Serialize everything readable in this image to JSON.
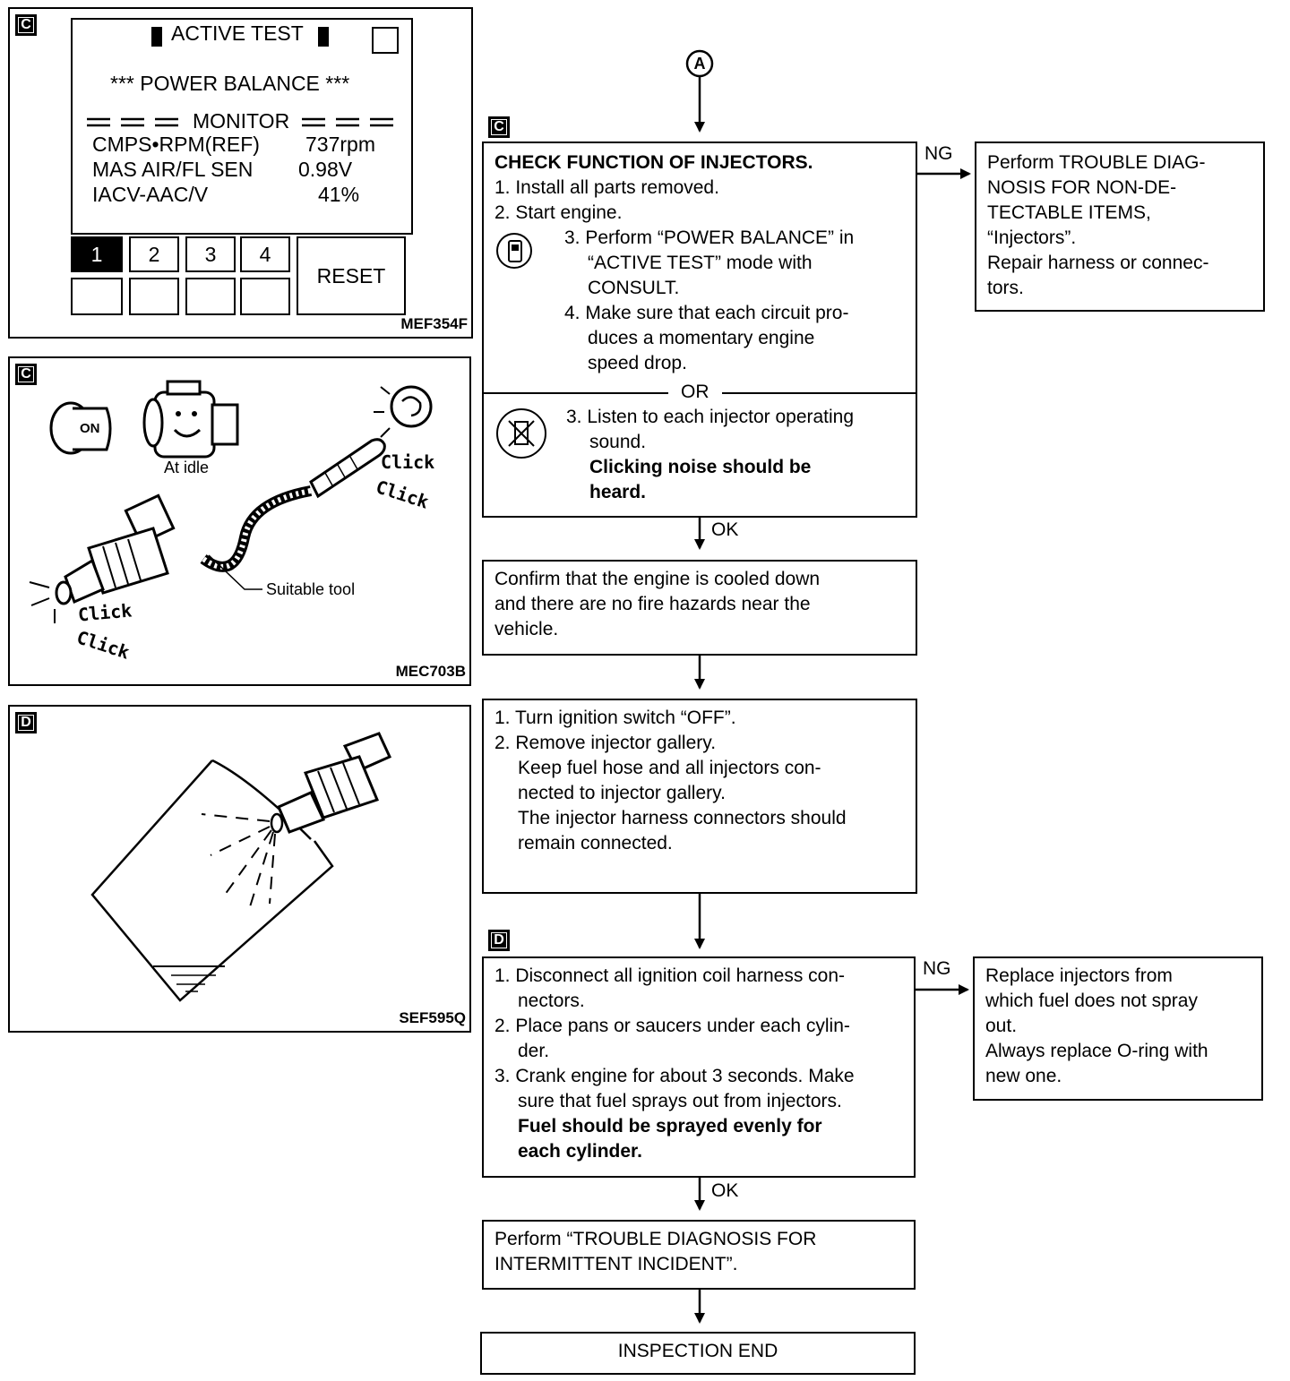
{
  "panel1": {
    "badge": "C",
    "screen_title": "ACTIVE TEST",
    "screen_subtitle": "*** POWER BALANCE ***",
    "monitor_label": "MONITOR",
    "rows": [
      {
        "name": "CMPS•RPM(REF)",
        "value": "737rpm"
      },
      {
        "name": "MAS AIR/FL SEN",
        "value": "0.98V"
      },
      {
        "name": "IACV-AAC/V",
        "value": "41%"
      }
    ],
    "keys": [
      "1",
      "2",
      "3",
      "4"
    ],
    "reset_label": "RESET",
    "code": "MEF354F"
  },
  "panel2": {
    "badge": "C",
    "on_label": "ON",
    "idle_label": "At idle",
    "click_label": "Click",
    "tool_label": "Suitable tool",
    "code": "MEC703B"
  },
  "panel3": {
    "badge": "D",
    "code": "SEF595Q"
  },
  "flow": {
    "connector": "A",
    "badge_c": "C",
    "badge_d": "D",
    "ng": "NG",
    "ok": "OK",
    "check": {
      "title": "CHECK FUNCTION OF INJECTORS.",
      "step1": "1. Install all parts removed.",
      "step2": "2. Start engine.",
      "step3a": [
        "3. Perform “POWER BALANCE” in",
        "“ACTIVE TEST” mode with",
        "CONSULT."
      ],
      "step4": [
        "4. Make sure that each circuit pro-",
        "duces a momentary engine",
        "speed drop."
      ],
      "or": "OR",
      "step3b": [
        "3. Listen to each injector operating",
        "sound."
      ],
      "step3b_bold": [
        "Clicking noise should be",
        "heard."
      ]
    },
    "ng1": [
      "Perform TROUBLE DIAG-",
      "NOSIS FOR NON-DE-",
      "TECTABLE ITEMS,",
      "“Injectors”.",
      "Repair harness or connec-",
      "tors."
    ],
    "confirm": [
      "Confirm that the engine is cooled down",
      "and there are no fire hazards near the",
      "vehicle."
    ],
    "remove": {
      "step1": "1. Turn ignition switch “OFF”.",
      "step2": "2. Remove injector gallery.",
      "notes": [
        "Keep fuel hose and all injectors con-",
        "nected to injector gallery.",
        "The injector harness connectors should",
        "remain connected."
      ]
    },
    "spray": {
      "step1": [
        "1. Disconnect all ignition coil harness con-",
        "nectors."
      ],
      "step2": [
        "2. Place pans or saucers under each cylin-",
        "der."
      ],
      "step3": [
        "3. Crank engine for about 3 seconds. Make",
        "sure that fuel sprays out from injectors."
      ],
      "bold": [
        "Fuel should be sprayed evenly for",
        "each cylinder."
      ]
    },
    "ng2": [
      "Replace injectors from",
      "which fuel does not spray",
      "out.",
      "Always replace O-ring with",
      "new one."
    ],
    "intermittent": [
      "Perform “TROUBLE DIAGNOSIS FOR",
      "INTERMITTENT INCIDENT”."
    ],
    "end": "INSPECTION END"
  }
}
